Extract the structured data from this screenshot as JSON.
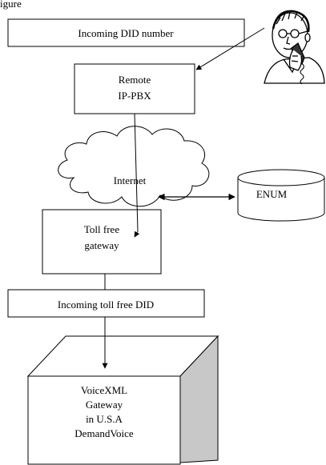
{
  "diagram": {
    "caption_fragment": "igure",
    "incoming_did": "Incoming DID number",
    "remote_pbx_line1": "Remote",
    "remote_pbx_line2": "IP-PBX",
    "internet": "Internet",
    "enum": "ENUM",
    "tollfree_gw_line1": "Toll free",
    "tollfree_gw_line2": "gateway",
    "incoming_tollfree": "Incoming toll free DID",
    "voicexml_line1": "VoiceXML",
    "voicexml_line2": "Gateway",
    "voicexml_line3": "in U.S.A",
    "voicexml_line4": "DemandVoice"
  }
}
